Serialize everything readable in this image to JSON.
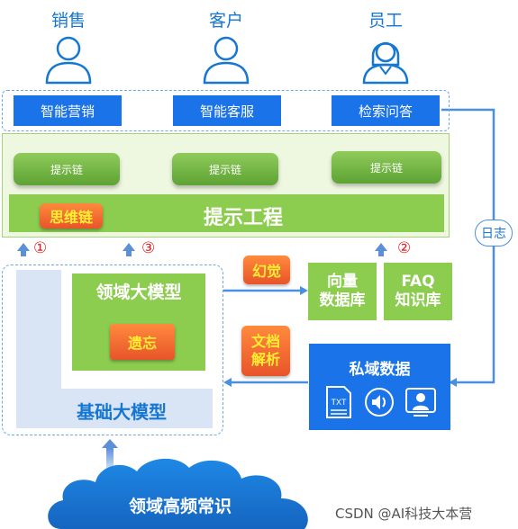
{
  "roles": {
    "sales": "销售",
    "customer": "客户",
    "employee": "员工"
  },
  "apps": {
    "marketing": "智能营销",
    "service": "智能客服",
    "qa": "检索问答"
  },
  "prompt_layer": {
    "chain": "提示链",
    "thinking_chain": "思维链",
    "title": "提示工程"
  },
  "markers": {
    "one": "①",
    "two": "②",
    "three": "③"
  },
  "models": {
    "domain": "领域大模型",
    "forget": "遗忘",
    "base": "基础大模型"
  },
  "tags": {
    "hallucination": "幻觉",
    "doc_parse": "文档\n解析",
    "log": "日志"
  },
  "stores": {
    "vector": "向量\n数据库",
    "faq": "FAQ\n知识库",
    "private": "私域数据",
    "txt": "TXT"
  },
  "cloud": {
    "label": "领域高频常识"
  },
  "watermark": "CSDN @AI科技大本营",
  "colors": {
    "blue": "#1a73e8",
    "green": "#8ccc4f",
    "orange": "#e8542a",
    "cloud": "#1e88e5"
  }
}
